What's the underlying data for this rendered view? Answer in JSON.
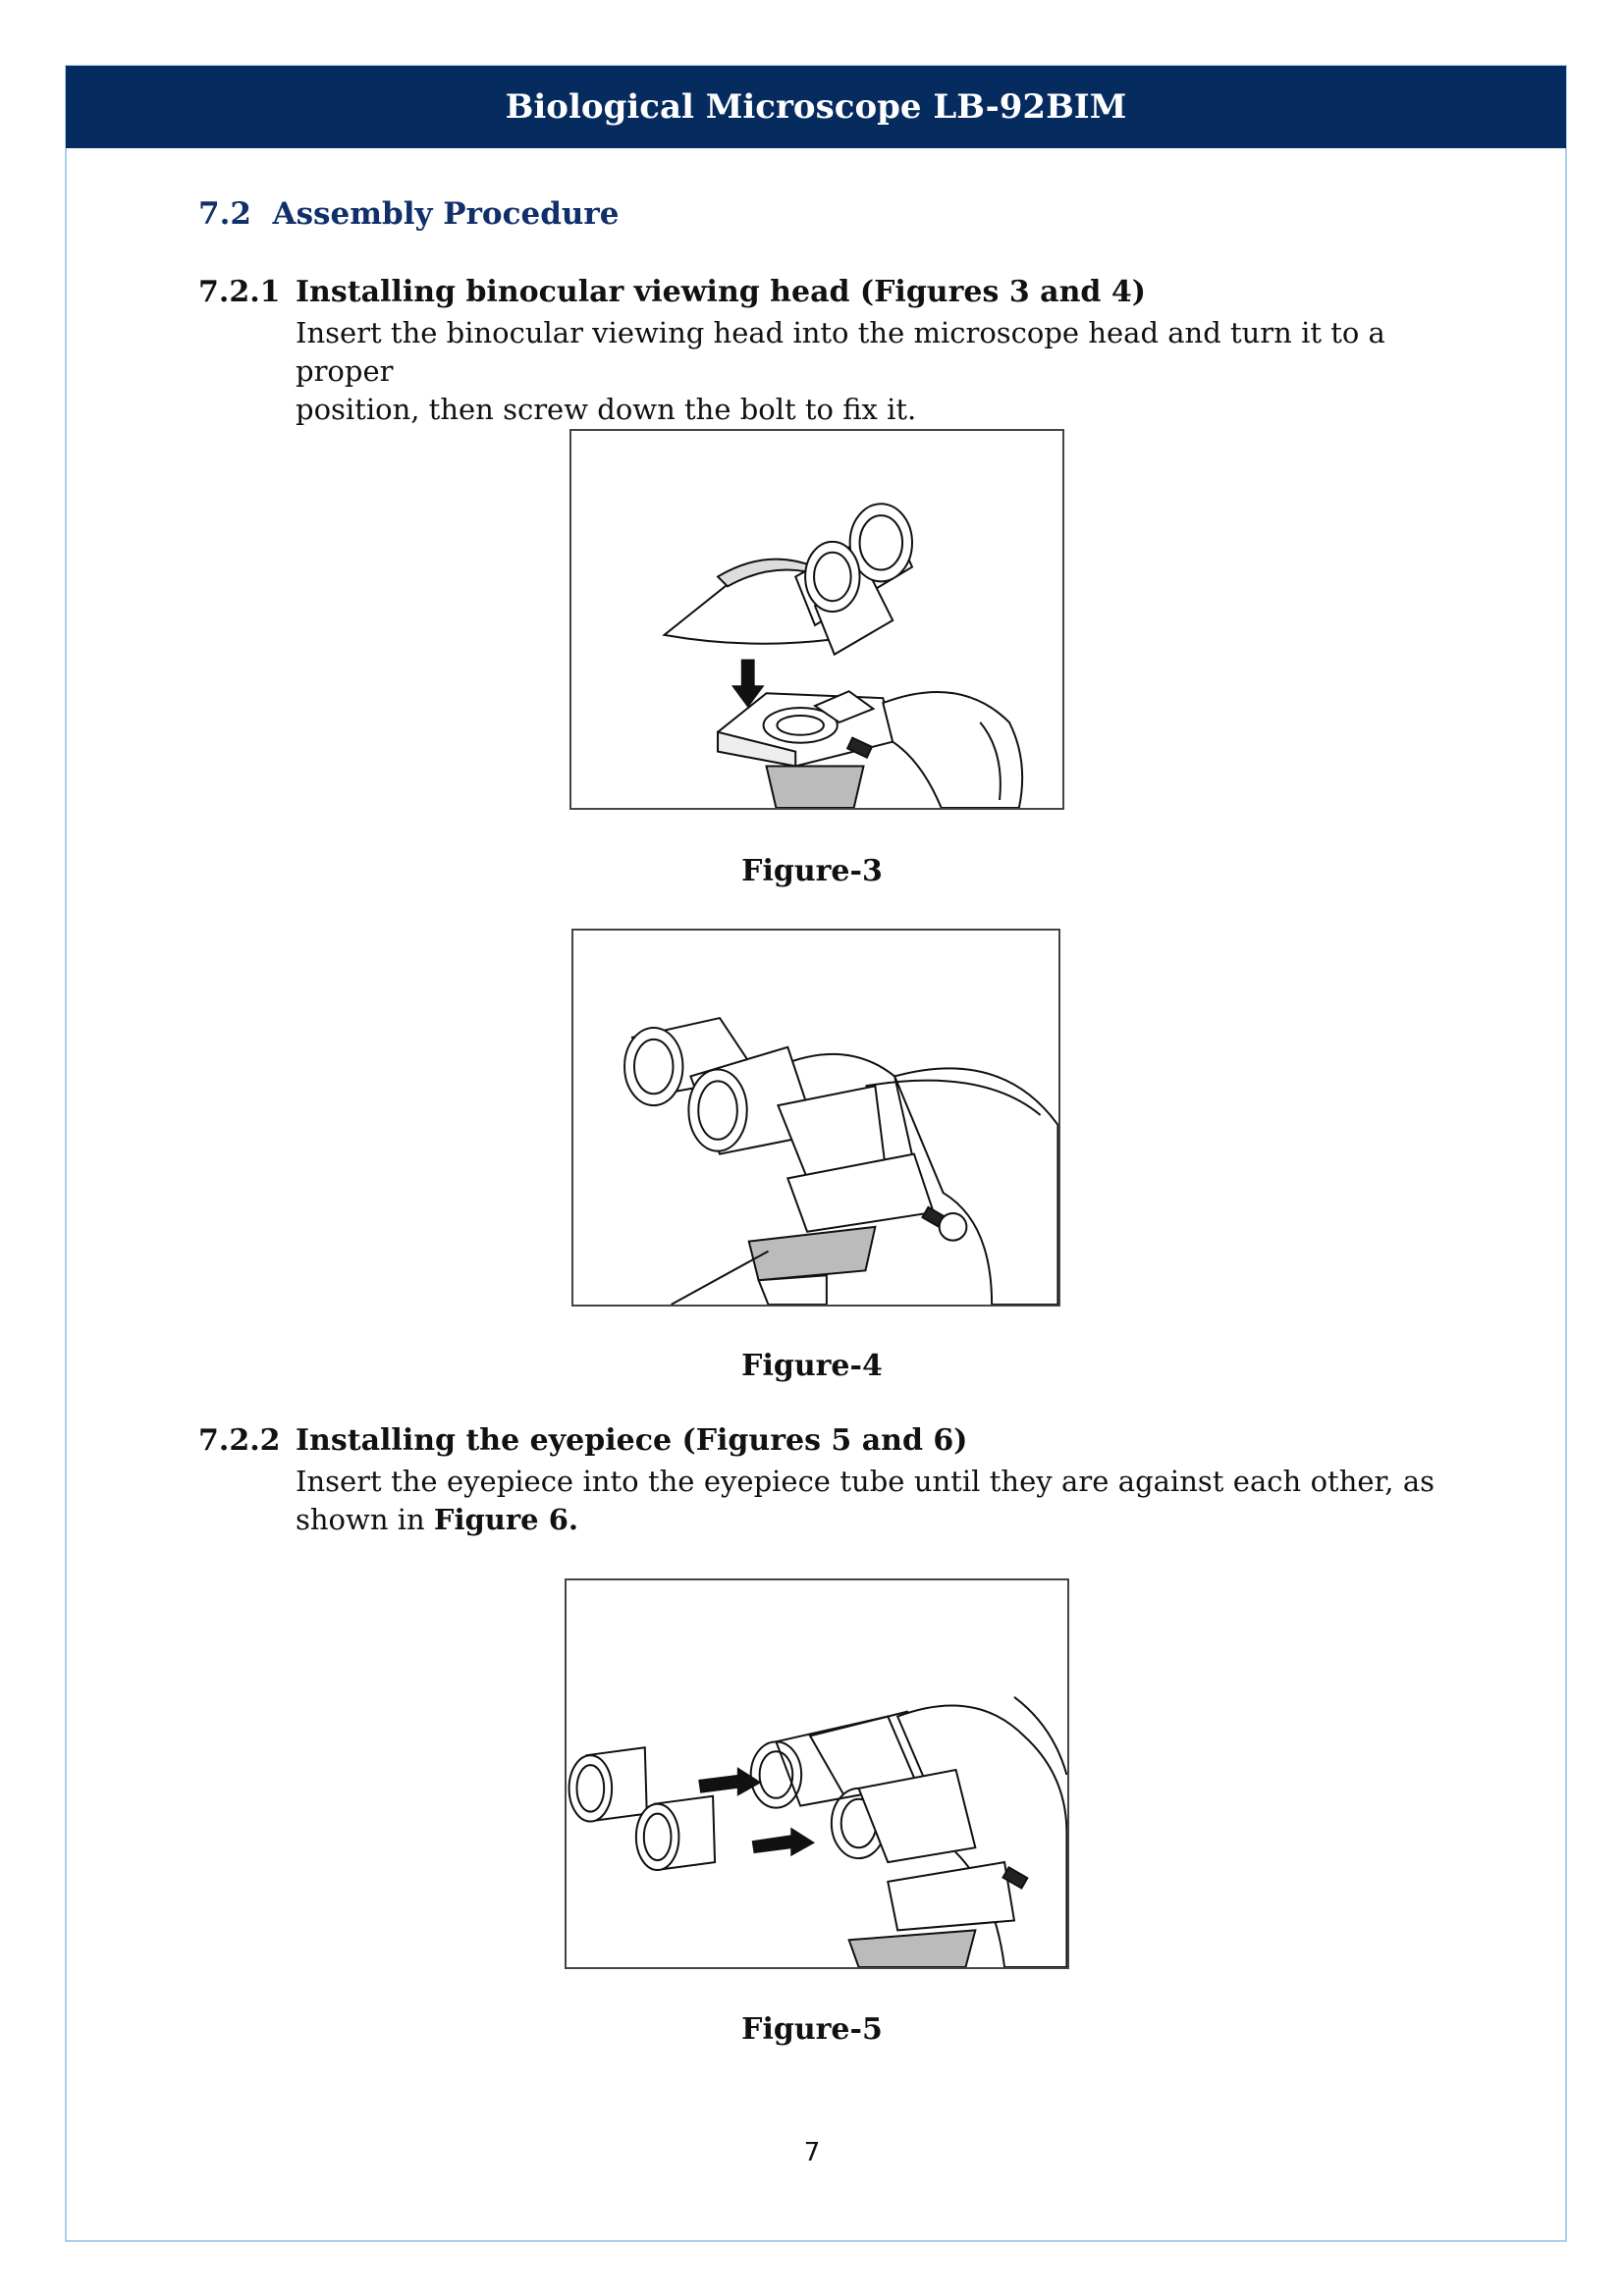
{
  "header": {
    "title": "Biological Microscope LB-92BIM"
  },
  "section": {
    "number": "7.2",
    "title": "Assembly Procedure"
  },
  "subsection_1": {
    "number": "7.2.1",
    "title": "Installing binocular viewing head (Figures 3 and 4)",
    "line_1": "Insert the binocular viewing head into the microscope head and turn it to a proper",
    "line_2": "position, then screw down the bolt to fix it."
  },
  "figures": {
    "figure_3": {
      "caption": "Figure-3"
    },
    "figure_4": {
      "caption": "Figure-4"
    },
    "figure_5": {
      "caption": "Figure-5"
    }
  },
  "subsection_2": {
    "number": "7.2.2",
    "title": "Installing the eyepiece (Figures 5 and 6)",
    "line_1": "Insert the eyepiece into the eyepiece tube until they are against each other, as",
    "line_2_prefix": "shown in ",
    "line_2_bold": "Figure 6."
  },
  "footer": {
    "page_number": "7"
  }
}
